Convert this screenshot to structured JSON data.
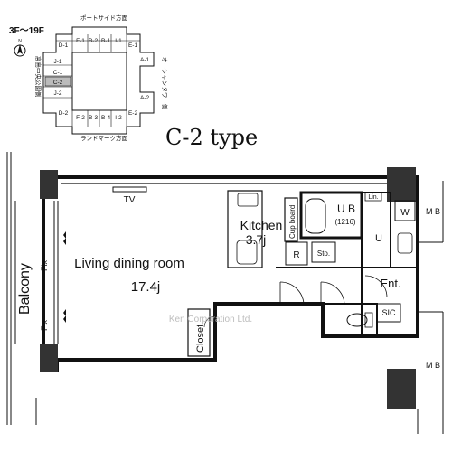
{
  "type_label": "C-2  type",
  "key_plan": {
    "floors": "3F～19F",
    "north": "N",
    "top_direction": "ポートサイド方面",
    "bottom_direction": "ランドマーク方面",
    "left_direction": "高島中央公園側",
    "right_direction": "オーシャンタワー側",
    "units": {
      "D1": "D-1",
      "F1": "F-1",
      "B2a": "B-2",
      "B1a": "B-1",
      "I1": "I-1",
      "E1": "E-1",
      "A1": "A-1",
      "J1": "J-1",
      "C1": "C-1",
      "C2": "C-2",
      "J2": "J-2",
      "A2": "A-2",
      "D2": "D-2",
      "F2": "F-2",
      "B3": "B-3",
      "B4": "B-4",
      "I2": "I-2",
      "E2": "E-2"
    }
  },
  "rooms": {
    "living_name": "Living dining room",
    "living_size": "17.4j",
    "kitchen_name": "Kitchen",
    "kitchen_size": "3.7j",
    "balcony": "Balcony",
    "closet": "Closet",
    "entrance": "Ent.",
    "unit_bath": "U B",
    "unit_bath_size": "(1216)",
    "cupboard": "Cup board",
    "tv": "TV",
    "fridge": "R",
    "storage": "Sto.",
    "linen": "Lin.",
    "washer": "W",
    "utility": "U",
    "shoe_closet": "SIC",
    "mb_top": "M B",
    "mb_bottom": "M B",
    "fix_top": "Fix",
    "fix_bottom": "Fix"
  },
  "watermark": "Ken Corporation Ltd."
}
